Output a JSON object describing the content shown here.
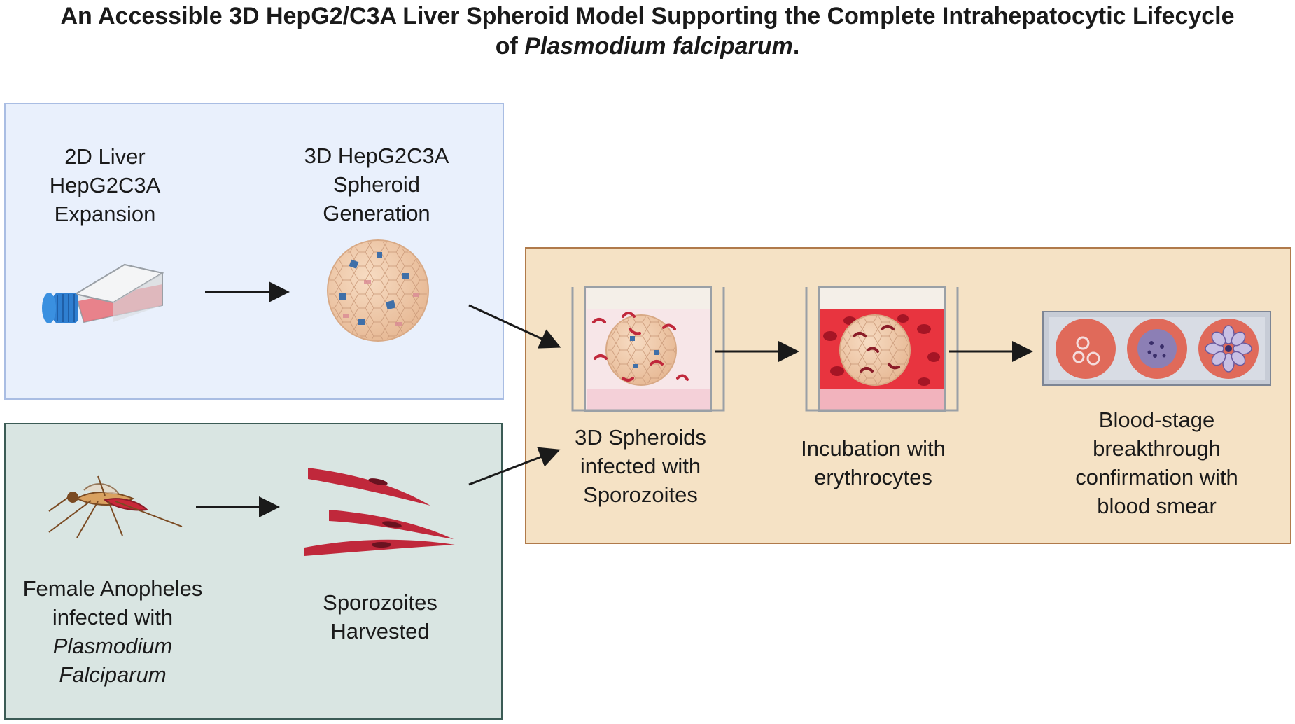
{
  "title": {
    "line1": "An Accessible 3D HepG2/C3A Liver Spheroid Model Supporting the Complete Intrahepatocytic Lifecycle",
    "line2_prefix": "of ",
    "line2_italic": "Plasmodium falciparum",
    "line2_suffix": "."
  },
  "steps": {
    "expansion": [
      "2D Liver",
      "HepG2C3A",
      "Expansion"
    ],
    "spheroid": [
      "3D HepG2C3A",
      "Spheroid",
      "Generation"
    ],
    "mosquito": {
      "lines": [
        "Female Anopheles",
        "infected with"
      ],
      "italic": [
        "Plasmodium",
        "Falciparum"
      ]
    },
    "sporozoites": [
      "Sporozoites",
      "Harvested"
    ],
    "infected": [
      "3D Spheroids",
      "infected with",
      "Sporozoites"
    ],
    "incubation": [
      "Incubation with",
      "erythrocytes"
    ],
    "breakthrough": [
      "Blood-stage",
      "breakthrough",
      "confirmation with",
      "blood smear"
    ]
  },
  "colors": {
    "culture_panel": "#e9f0fc",
    "mosquito_panel": "#d9e5e2",
    "infection_panel": "#f5e2c5",
    "parasite": "#c0283b",
    "spheroid": "#f0c9a6"
  },
  "icons": [
    "culture-flask-icon",
    "spheroid-icon",
    "mosquito-icon",
    "sporozoite-icon",
    "well-infected-icon",
    "well-erythrocytes-icon",
    "blood-smear-slide-icon"
  ]
}
